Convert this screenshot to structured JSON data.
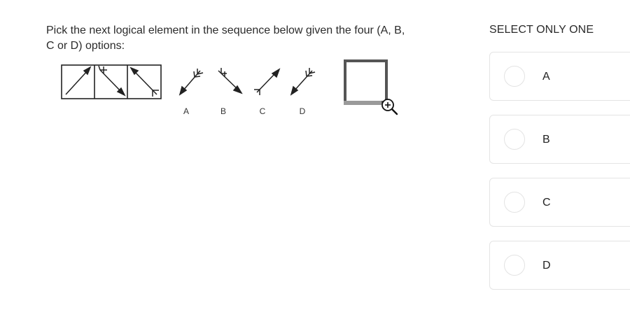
{
  "question": {
    "text": "Pick the next logical element in the sequence below given the four (A, B, C or D) options:"
  },
  "figure": {
    "sequence_labels": [
      "A",
      "B",
      "C",
      "D"
    ],
    "zoom_icon": "zoom-in-icon"
  },
  "answers": {
    "title": "SELECT ONLY ONE",
    "options": [
      {
        "label": "A",
        "selected": false
      },
      {
        "label": "B",
        "selected": false
      },
      {
        "label": "C",
        "selected": false
      },
      {
        "label": "D",
        "selected": false
      }
    ]
  },
  "colors": {
    "text": "#2b2b2b",
    "border": "#e4e4e4",
    "figure_stroke": "#222222",
    "answer_box": "#555555"
  }
}
